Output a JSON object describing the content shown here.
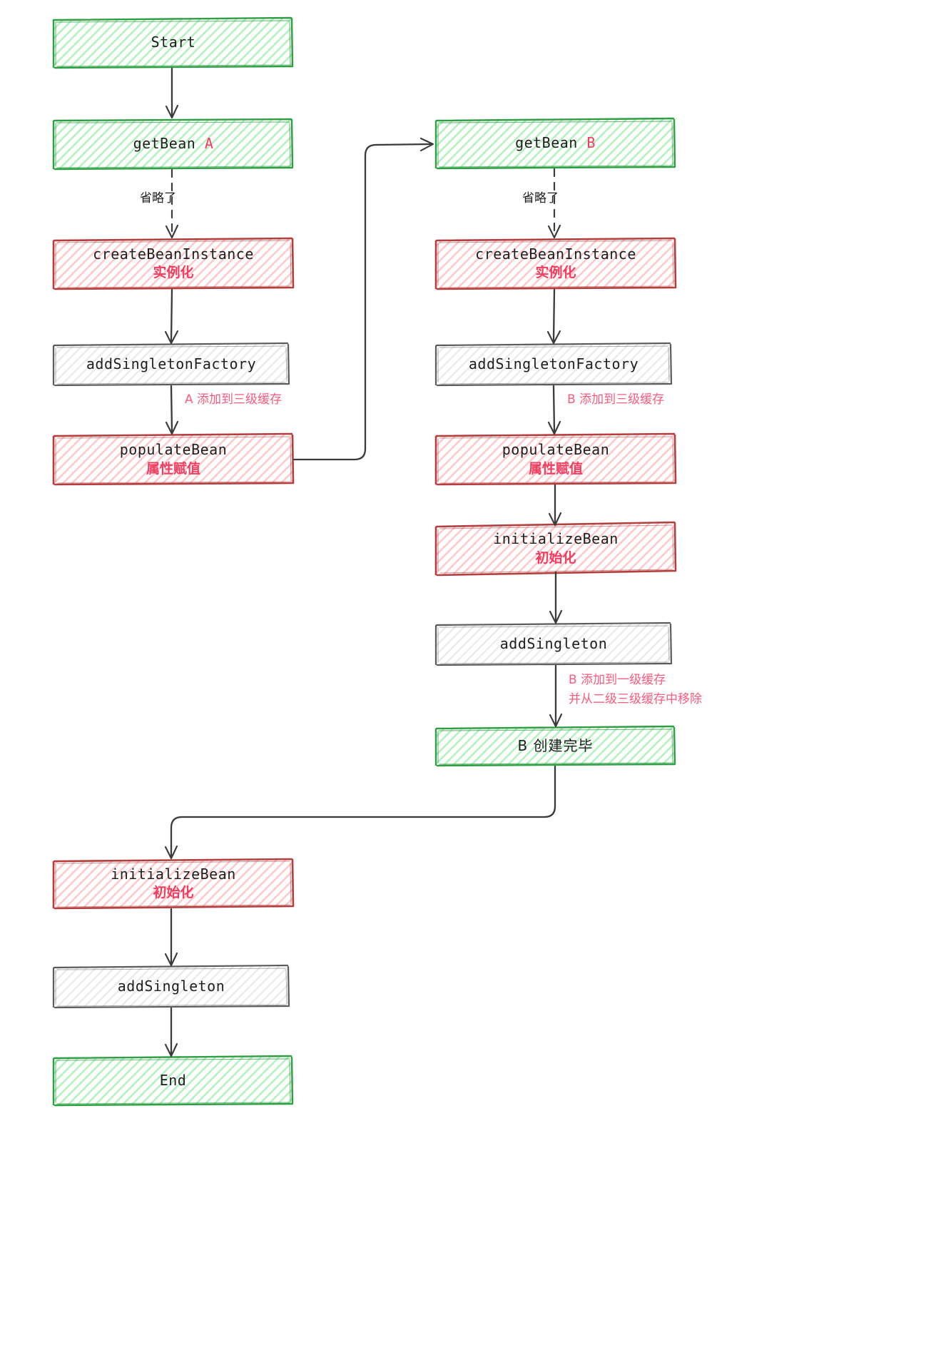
{
  "diagram": {
    "title": "Spring Bean circular dependency resolution flow",
    "style": "hand-drawn sketch flowchart",
    "colors": {
      "green_stroke": "#2f9e44",
      "green_fill": "#b2f2bb",
      "red_stroke": "#b43f3f",
      "red_fill": "#ffc9c9",
      "gray_stroke": "#5c5c5c",
      "gray_fill": "#ececec",
      "text": "#1e1e1e",
      "accent_red": "#f73b5e",
      "label_red": "#fb5b7c",
      "background": "#ffffff"
    },
    "nodes": [
      {
        "id": "start",
        "line1": "Start",
        "line2": "",
        "kind": "green"
      },
      {
        "id": "getbean-a",
        "line1": "getBean ",
        "accent": "A",
        "line2": "",
        "kind": "green"
      },
      {
        "id": "cbi-a",
        "line1": "createBeanInstance",
        "line2": "实例化",
        "kind": "red"
      },
      {
        "id": "asf-a",
        "line1": "addSingletonFactory",
        "line2": "",
        "kind": "gray"
      },
      {
        "id": "pb-a",
        "line1": "populateBean",
        "line2": "属性赋值",
        "kind": "red"
      },
      {
        "id": "getbean-b",
        "line1": "getBean ",
        "accent": "B",
        "line2": "",
        "kind": "green"
      },
      {
        "id": "cbi-b",
        "line1": "createBeanInstance",
        "line2": "实例化",
        "kind": "red"
      },
      {
        "id": "asf-b",
        "line1": "addSingletonFactory",
        "line2": "",
        "kind": "gray"
      },
      {
        "id": "pb-b",
        "line1": "populateBean",
        "line2": "属性赋值",
        "kind": "red"
      },
      {
        "id": "ib-b",
        "line1": "initializeBean",
        "line2": "初始化",
        "kind": "red"
      },
      {
        "id": "as-b",
        "line1": "addSingleton",
        "line2": "",
        "kind": "gray"
      },
      {
        "id": "b-done",
        "line1": "B  创建完毕",
        "line2": "",
        "kind": "green",
        "cjk": true
      },
      {
        "id": "ib-a",
        "line1": "initializeBean",
        "line2": "初始化",
        "kind": "red"
      },
      {
        "id": "as-a",
        "line1": "addSingleton",
        "line2": "",
        "kind": "gray"
      },
      {
        "id": "end",
        "line1": "End",
        "line2": "",
        "kind": "green"
      }
    ],
    "edge_labels": [
      {
        "id": "omitted-a",
        "text": "省略了",
        "color": "black"
      },
      {
        "id": "omitted-b",
        "text": "省略了",
        "color": "black"
      },
      {
        "id": "cache3-a",
        "text": "A 添加到三级缓存",
        "color": "red"
      },
      {
        "id": "cache3-b",
        "text": "B 添加到三级缓存",
        "color": "red"
      },
      {
        "id": "cache1-b-1",
        "text": "B 添加到一级缓存",
        "color": "red"
      },
      {
        "id": "cache1-b-2",
        "text": "并从二级三级缓存中移除",
        "color": "red"
      }
    ]
  }
}
